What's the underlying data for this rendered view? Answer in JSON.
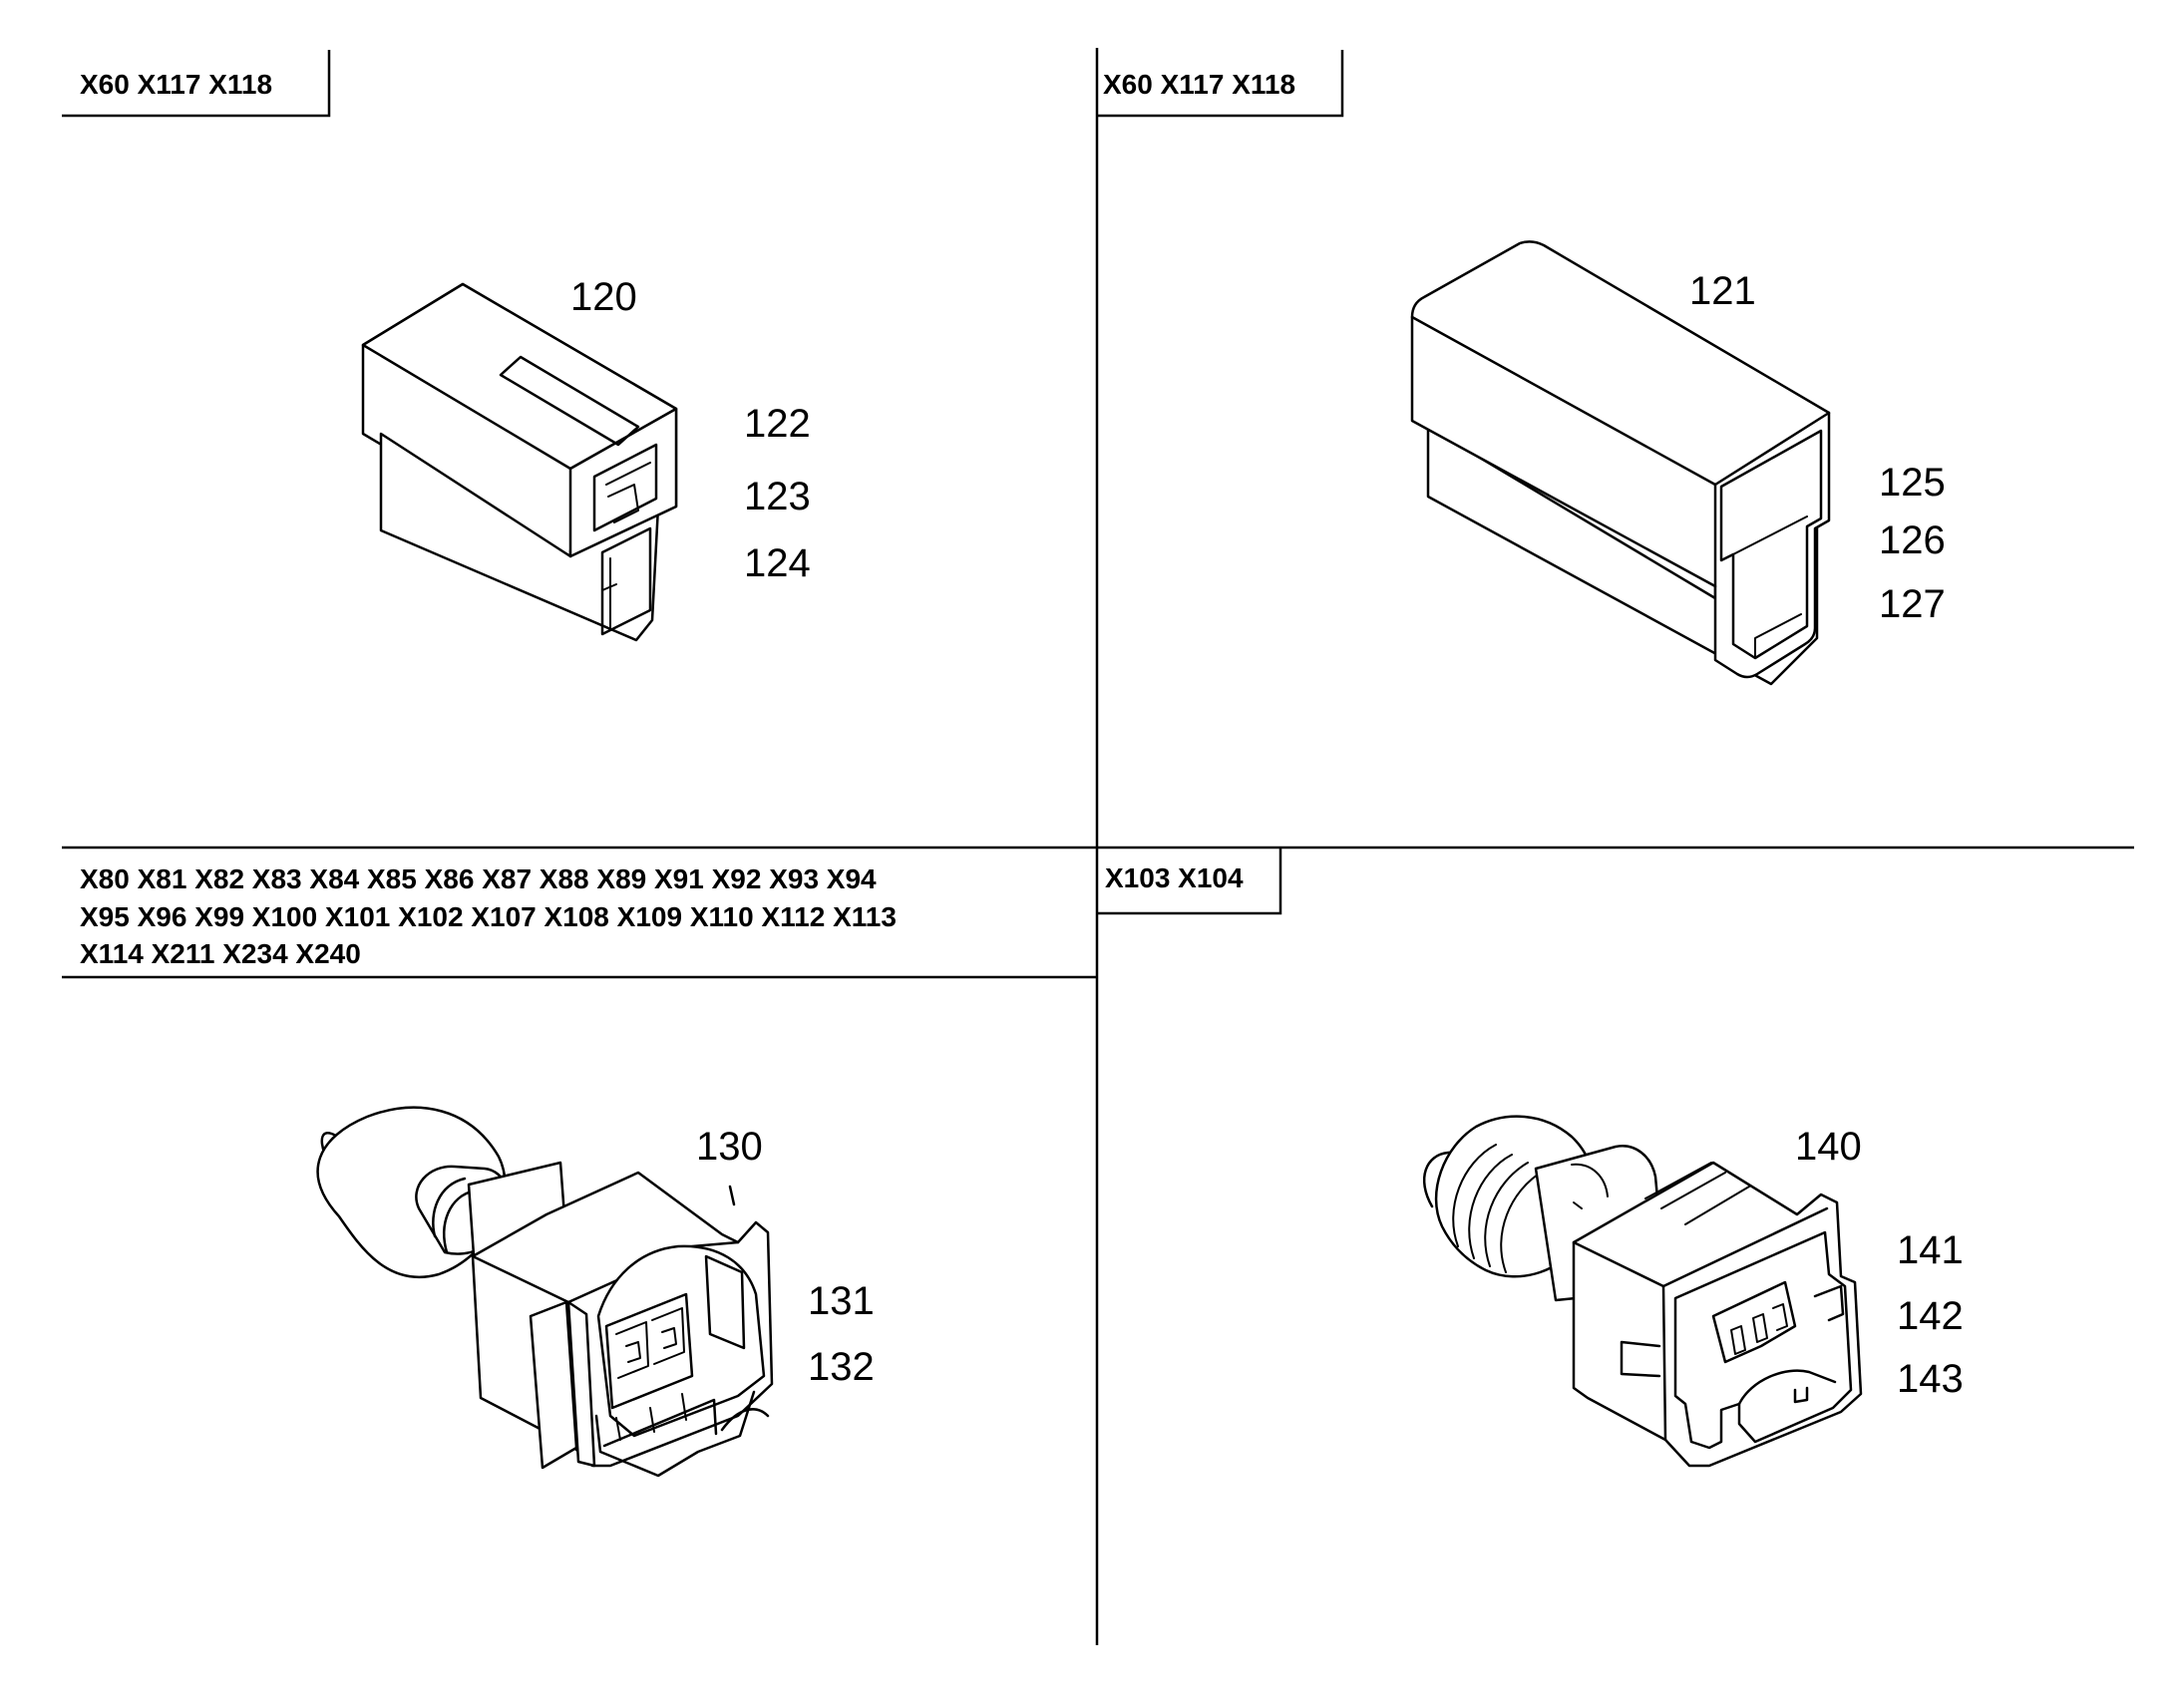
{
  "panels": [
    {
      "id": "top-left",
      "header_lines": [
        "X60 X117 X118"
      ],
      "part_labels": [
        "120",
        "122",
        "123",
        "124"
      ]
    },
    {
      "id": "top-right",
      "header_lines": [
        "X60 X117 X118"
      ],
      "part_labels": [
        "121",
        "125",
        "126",
        "127"
      ]
    },
    {
      "id": "bottom-left",
      "header_lines": [
        "X80 X81 X82 X83 X84 X85 X86 X87 X88 X89 X91 X92 X93 X94",
        "X95 X96 X99 X100 X101 X102 X107 X108 X109 X110 X112 X113",
        "X114 X211 X234 X240"
      ],
      "part_labels": [
        "130",
        "131",
        "132"
      ]
    },
    {
      "id": "bottom-right",
      "header_lines": [
        "X103 X104"
      ],
      "part_labels": [
        "140",
        "141",
        "142",
        "143"
      ]
    }
  ],
  "line_color": "#000000",
  "background": "#ffffff"
}
